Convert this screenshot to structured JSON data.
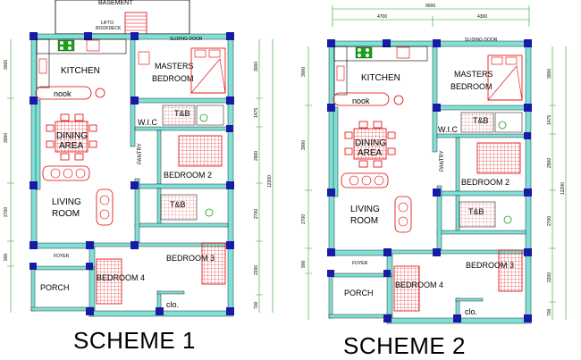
{
  "colors": {
    "wall": "#7fe0d6",
    "column": "#1a1aa8",
    "furniture": "#e00000",
    "dimension": "#2aa02a",
    "fixture": "#1aa01a",
    "ink": "#000000"
  },
  "scheme1": {
    "title": "SCHEME 1",
    "top_text": "BASEMENT",
    "stair_note_1": "LIFTO",
    "stair_note_2": "ROOFDECK",
    "sliding_door": "SLIDING DOOR",
    "kitchen": "KITCHEN",
    "nook": "nook",
    "masters": "MASTERS",
    "bedroom": "BEDROOM",
    "wic": "W.I.C",
    "tb1": "T&B",
    "dining": "DINING",
    "area": "AREA",
    "pantry": "PANTRY",
    "bedroom2": "BEDROOM 2",
    "living": "LIVING",
    "room": "ROOM",
    "tb2": "T&B",
    "foyer": "FOYER",
    "porch": "PORCH",
    "bedroom4": "BEDROOM 4",
    "bedroom3": "BEDROOM 3",
    "clo": "clo.",
    "dims_left": [
      "3000",
      "3000",
      "2700",
      "900"
    ],
    "dims_right": [
      "3000",
      "1475",
      "2900",
      "2700",
      "2200",
      "12200",
      "700"
    ]
  },
  "scheme2": {
    "title": "SCHEME 2",
    "dim_total": "9000",
    "dim_left": "4700",
    "dim_right": "4300",
    "sliding_door": "SLIDING DOOR",
    "kitchen": "KITCHEN",
    "nook": "nook",
    "masters": "MASTERS",
    "bedroom": "BEDROOM",
    "wic": "W.I.C",
    "tb1": "T&B",
    "dining": "DINING",
    "area": "AREA",
    "pantry": "PANTRY",
    "bedroom2": "BEDROOM 2",
    "living": "LIVING",
    "room": "ROOM",
    "tb2": "T&B",
    "foyer": "FOYER",
    "porch": "PORCH",
    "bedroom4": "BEDROOM 4",
    "bedroom3": "BEDROOM 3",
    "clo": "clo.",
    "dims_left": [
      "3000",
      "3000",
      "2700",
      "900"
    ],
    "dims_right": [
      "3000",
      "1475",
      "2900",
      "2700",
      "2200",
      "12200",
      "700"
    ]
  }
}
